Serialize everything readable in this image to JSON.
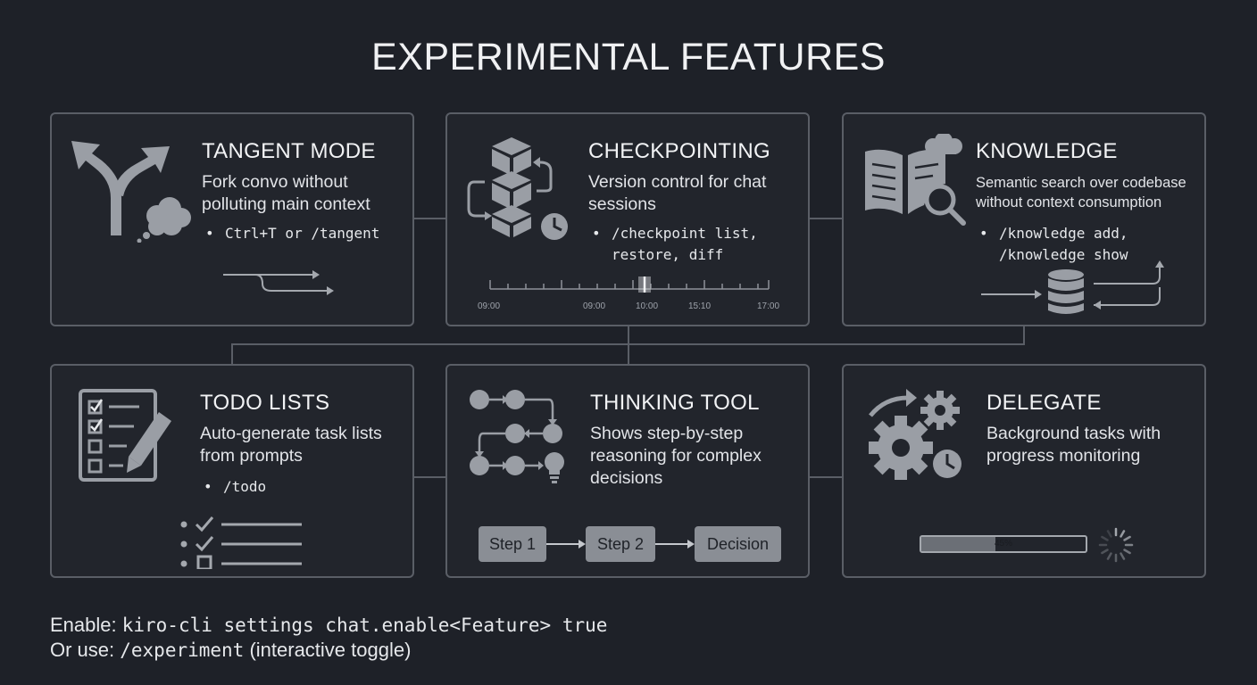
{
  "title": "EXPERIMENTAL FEATURES",
  "cards": [
    {
      "title": "TANGENT MODE",
      "desc_lines": [
        "Fork convo without",
        "polluting main context"
      ],
      "bullet_lines": [
        "Ctrl+T or /tangent"
      ],
      "icons": [
        "fork-arrow-icon",
        "thought-cloud-icon",
        "branch-arrows-icon"
      ]
    },
    {
      "title": "CHECKPOINTING",
      "desc_lines": [
        "Version control for chat",
        "sessions"
      ],
      "bullet_lines": [
        "/checkpoint list,",
        "restore, diff"
      ],
      "timeline_ticks": [
        "09:00",
        "09:00",
        "10:00",
        "15:10",
        "17:00"
      ],
      "icons": [
        "stacked-cubes-icon",
        "clock-icon",
        "timeline-icon"
      ]
    },
    {
      "title": "KNOWLEDGE",
      "desc_lines": [
        "Semantic search over codebase",
        "without context consumption"
      ],
      "bullet_lines": [
        "/knowledge add,",
        "/knowledge show"
      ],
      "icons": [
        "book-cloud-icon",
        "magnifier-icon",
        "database-icon"
      ]
    },
    {
      "title": "TODO LISTS",
      "desc_lines": [
        "Auto-generate task lists",
        "from prompts"
      ],
      "bullet_lines": [
        "/todo"
      ],
      "icons": [
        "checklist-pencil-icon",
        "checklist-icon"
      ]
    },
    {
      "title": "THINKING TOOL",
      "desc_lines": [
        "Shows step-by-step",
        "reasoning for complex",
        "decisions"
      ],
      "steps": [
        "Step 1",
        "Step 2",
        "Decision"
      ],
      "icons": [
        "node-flow-icon",
        "lightbulb-icon"
      ]
    },
    {
      "title": "DELEGATE",
      "desc_lines": [
        "Background tasks with",
        "progress monitoring"
      ],
      "progress": {
        "value": 45,
        "label": "45%"
      },
      "icons": [
        "gears-icon",
        "clock-icon",
        "spinner-icon"
      ]
    }
  ],
  "footer": {
    "line1_prefix": "Enable: ",
    "line1_code": "kiro-cli settings chat.enable<Feature> true",
    "line2_prefix": "Or use: ",
    "line2_code": "/experiment",
    "line2_suffix": " (interactive toggle)"
  },
  "colors": {
    "background": "#1e2128",
    "card_border": "#5a5e66",
    "icon": "#9a9ea5",
    "text": "#e6e8eb"
  }
}
